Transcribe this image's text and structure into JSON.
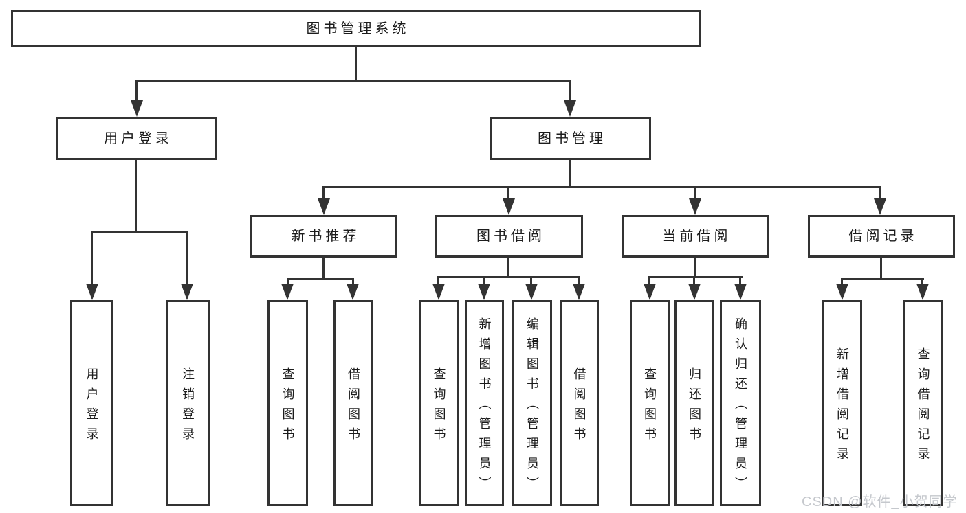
{
  "colors": {
    "line": "#333333",
    "text": "#1c1c1c",
    "box_fill": "#ffffff",
    "watermark": "#c5c8cd",
    "page_bg": "#ffffff"
  },
  "diagram": {
    "root": {
      "label": "图书管理系统"
    },
    "user_login": {
      "label": "用户登录",
      "children": [
        {
          "label": "用户登录"
        },
        {
          "label": "注销登录"
        }
      ]
    },
    "book_management": {
      "label": "图书管理",
      "sections": [
        {
          "label": "新书推荐",
          "children": [
            {
              "label": "查询图书"
            },
            {
              "label": "借阅图书"
            }
          ]
        },
        {
          "label": "图书借阅",
          "children": [
            {
              "label": "查询图书"
            },
            {
              "label": "新增图书（管理员）"
            },
            {
              "label": "编辑图书（管理员）"
            },
            {
              "label": "借阅图书"
            }
          ]
        },
        {
          "label": "当前借阅",
          "children": [
            {
              "label": "查询图书"
            },
            {
              "label": "归还图书"
            },
            {
              "label": "确认归还（管理员）"
            }
          ]
        },
        {
          "label": "借阅记录",
          "children": [
            {
              "label": "新增借阅记录"
            },
            {
              "label": "查询借阅记录"
            }
          ]
        }
      ]
    }
  },
  "watermark": {
    "text": "CSDN @软件_小贺同学"
  }
}
